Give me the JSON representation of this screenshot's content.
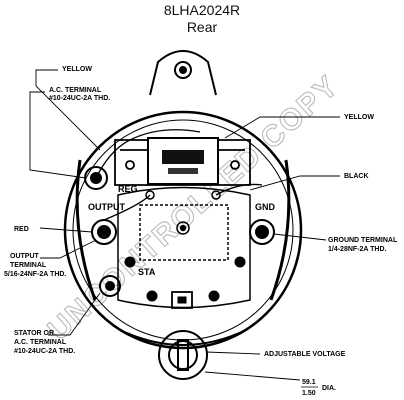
{
  "header": {
    "model": "8LHA2024R",
    "view": "Rear"
  },
  "callouts": {
    "yellow_top_left": "YELLOW",
    "ac_terminal_1": "A.C. TERMINAL",
    "ac_terminal_1_thread": "#10-24UC-2A THD.",
    "yellow_right": "YELLOW",
    "black": "BLACK",
    "red": "RED",
    "output_terminal_1": "OUTPUT",
    "output_terminal_2": "TERMINAL",
    "output_terminal_3": "5/16-24NF-2A THD.",
    "ground_terminal_1": "GROUND TERMINAL",
    "ground_terminal_2": "1/4-28NF-2A THD.",
    "stator_1": "STATOR OR",
    "stator_2": "A.C. TERMINAL",
    "stator_3": "#10-24UC-2A THD.",
    "adjustable_voltage": "ADJUSTABLE VOLTAGE",
    "dia_value_1": "59.1",
    "dia_value_2": "1.50",
    "dia_label": "DIA."
  },
  "panel_marks": {
    "reg": "REG",
    "output": "OUTPUT",
    "gnd": "GND",
    "sta": "STA"
  },
  "watermark": "UNCONTROLLED COPY"
}
